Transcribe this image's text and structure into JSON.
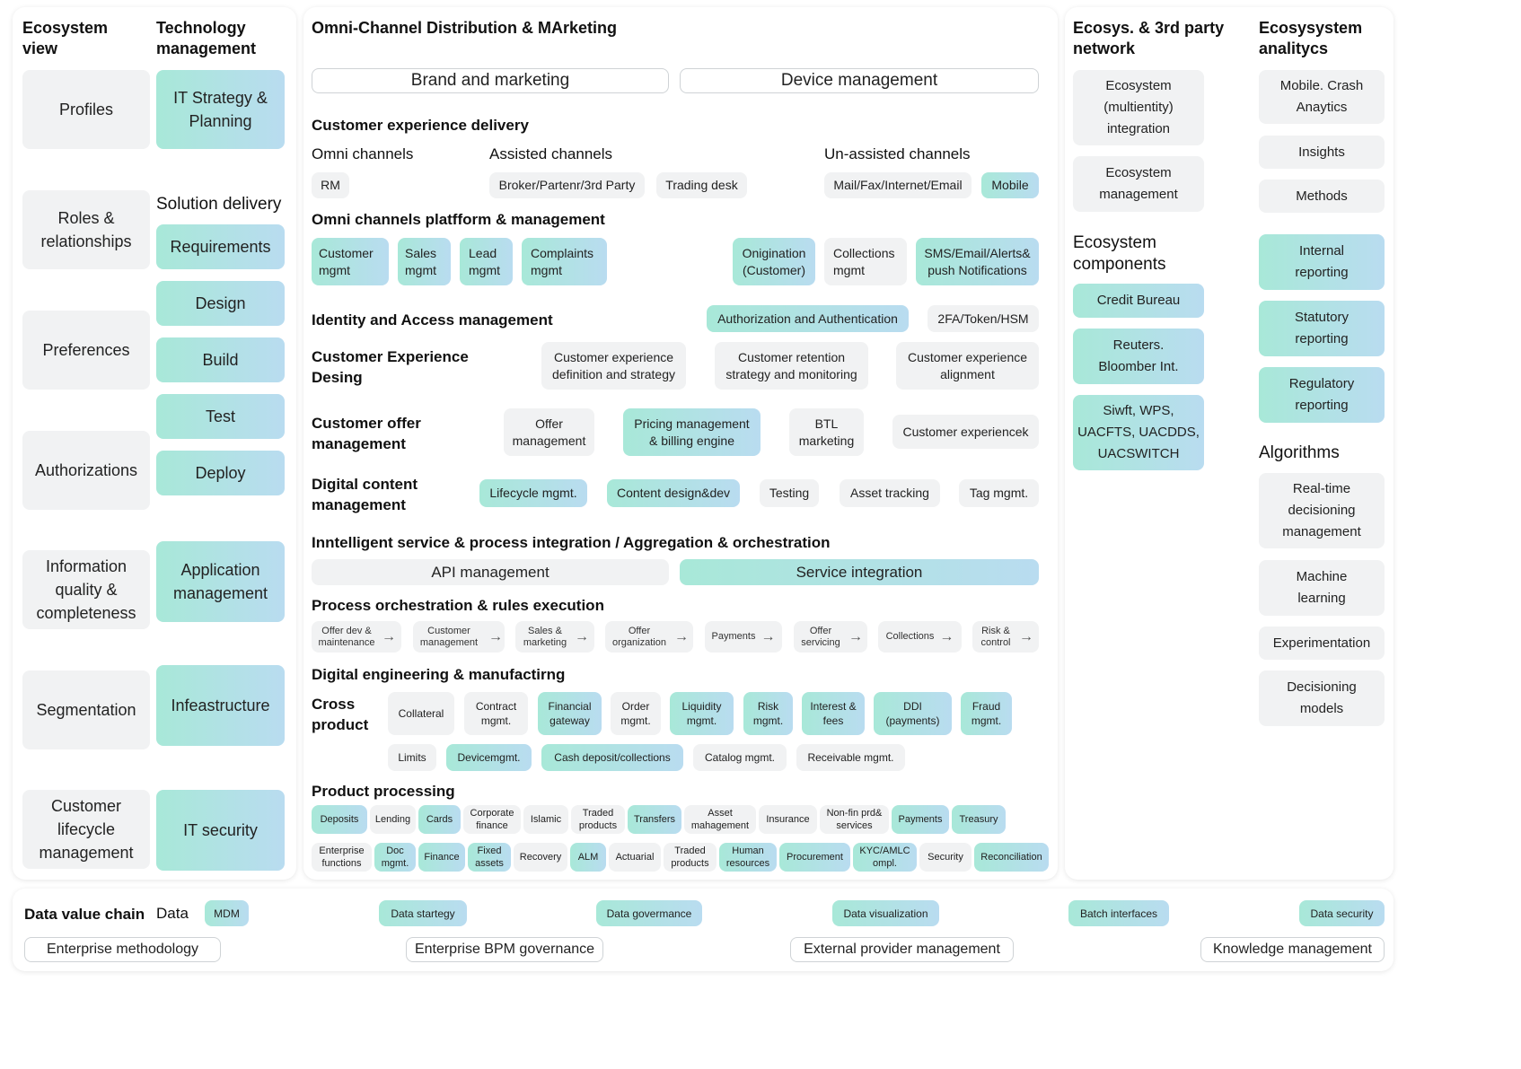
{
  "ecosystem_view": {
    "title": "Ecosystem view",
    "items": [
      "Profiles",
      "Roles & relationships",
      "Preferences",
      "Authorizations",
      "Information quality & completeness",
      "Segmentation",
      "Customer lifecycle management"
    ]
  },
  "technology_management": {
    "title": "Technology management",
    "strategy": "IT Strategy & Planning",
    "solution_delivery_title": "Solution delivery",
    "solution_items": [
      "Requirements",
      "Design",
      "Build",
      "Test",
      "Deploy"
    ],
    "application_management": "Application management",
    "infrastructure": "Infeastructure",
    "it_security": "IT security"
  },
  "omni": {
    "title": "Omni-Channel Distribution & MArketing",
    "brand": "Brand and marketing",
    "device": "Device management",
    "cx_delivery": "Customer experience delivery",
    "omni_channels": "Omni channels",
    "assisted_channels": "Assisted channels",
    "unassisted_channels": "Un-assisted channels",
    "rm": "RM",
    "broker": "Broker/Partenr/3rd Party",
    "trading_desk": "Trading desk",
    "mail": "Mail/Fax/Internet/Email",
    "mobile": "Mobile",
    "platform_title": "Omni channels platfform & management",
    "platform_items": [
      "Customer mgmt",
      "Sales mgmt",
      "Lead mgmt",
      "Complaints mgmt",
      "Onigination (Customer)",
      "Collections mgmt",
      "SMS/Email/Alerts& push Notifications"
    ],
    "iam_title": "Identity and Access management",
    "auth": "Authorization and Authentication",
    "twofa": "2FA/Token/HSM",
    "cx_design_title": "Customer Experience Desing",
    "cx_design_items": [
      "Customer experience definition and strategy",
      "Customer retention strategy and monitoring",
      "Customer experience alignment"
    ],
    "offer_title": "Customer offer management",
    "offer_items": [
      "Offer management",
      "Pricing management & billing engine",
      "BTL marketing",
      "Customer experiencek"
    ],
    "digital_content_title": "Digital content management",
    "digital_content_items": [
      "Lifecycle mgmt.",
      "Content design&dev",
      "Testing",
      "Asset tracking",
      "Tag mgmt."
    ],
    "integration_title": "Inntelligent service & process integration / Aggregation & orchestration",
    "api": "API management",
    "service_integration": "Service integration",
    "process_title": "Process orchestration & rules execution",
    "process_items": [
      "Offer dev & maintenance",
      "Customer management",
      "Sales & marketing",
      "Offer organization",
      "Payments",
      "Offer servicing",
      "Collections",
      "Risk & control"
    ],
    "arrow": "→",
    "digital_eng_title": "Digital engineering & manufactirng",
    "cross_product_title": "Cross product",
    "cross_row1": [
      "Collateral",
      "Contract mgmt.",
      "Financial gateway",
      "Order mgmt.",
      "Liquidity mgmt.",
      "Risk mgmt.",
      "Interest & fees",
      "DDI (payments)",
      "Fraud mgmt."
    ],
    "cross_row2": [
      "Limits",
      "Devicemgmt.",
      "Cash deposit/collections",
      "Catalog mgmt.",
      "Receivable mgmt."
    ],
    "product_processing_title": "Product processing",
    "pp_row1": [
      "Deposits",
      "Lending",
      "Cards",
      "Corporate finance",
      "Islamic",
      "Traded products",
      "Transfers",
      "Asset mahagement",
      "Insurance",
      "Non-fin prd& services",
      "Payments",
      "Treasury"
    ],
    "pp_row2": [
      "Enterprise functions",
      "Doc mgmt.",
      "Finance",
      "Fixed assets",
      "Recovery",
      "ALM",
      "Actuarial",
      "Traded products",
      "Human resources",
      "Procurement",
      "KYC/AMLC ompl.",
      "Security",
      "Reconciliation"
    ]
  },
  "third_party": {
    "title": "Ecosys. & 3rd party network",
    "items": [
      "Ecosystem (multientity) integration",
      "Ecosystem management"
    ],
    "components_title": "Ecosystem components",
    "components": [
      "Credit Bureau",
      "Reuters. Bloomber Int.",
      "Siwft, WPS, UACFTS, UACDDS, UACSWITCH"
    ]
  },
  "analytics": {
    "title": "Ecosysystem analitycs",
    "items": [
      "Mobile. Crash Anaytics",
      "Insights",
      "Methods"
    ],
    "reporting": [
      "Internal reporting",
      "Statutory reporting",
      "Regulatory reporting"
    ],
    "algorithms_title": "Algorithms",
    "algorithms": [
      "Real-time decisioning management",
      "Machine learning",
      "Experimentation",
      "Decisioning models"
    ]
  },
  "bottom": {
    "data_value_chain": "Data value chain",
    "data": "Data",
    "chips": [
      "MDM",
      "Data startegy",
      "Data govermance",
      "Data visualization",
      "Batch interfaces",
      "Data security"
    ],
    "governance": [
      "Enterprise methodology",
      "Enterprise BPM governance",
      "External provider management",
      "Knowledge management"
    ]
  }
}
